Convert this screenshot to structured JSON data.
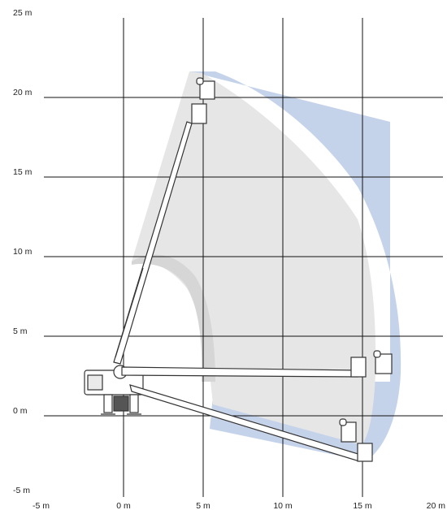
{
  "chart_data": {
    "type": "diagram",
    "x_ticks": [
      "-5 m",
      "0 m",
      "5 m",
      "10 m",
      "15 m",
      "20 m"
    ],
    "y_ticks": [
      "25 m",
      "20 m",
      "15 m",
      "10 m",
      "5 m",
      "0 m",
      "-5 m"
    ],
    "x_values": [
      -5,
      0,
      5,
      10,
      15,
      20
    ],
    "y_values": [
      25,
      20,
      15,
      10,
      5,
      0,
      -5
    ],
    "xlim": [
      -5,
      20
    ],
    "ylim": [
      -5,
      25
    ],
    "grid": true,
    "colors": {
      "outer_zone": "#c5d3ea",
      "inner_zone": "#e6e6e6",
      "inner_shadow": "#d4d4d4",
      "machine_fill": "#ffffff",
      "machine_stroke": "#333333",
      "grid": "#111111"
    }
  }
}
